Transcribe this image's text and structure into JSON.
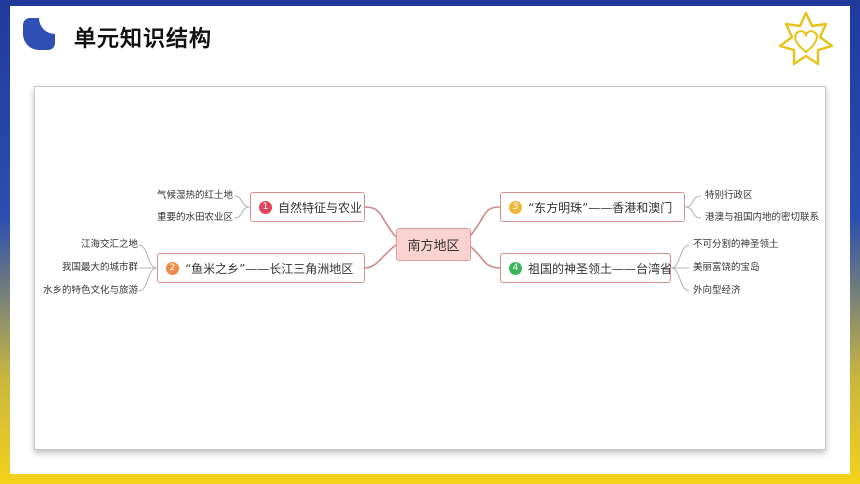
{
  "header": {
    "title": "单元知识结构"
  },
  "colors": {
    "accent_blue": "#2f4fb5",
    "accent_yellow": "#f4d21a",
    "node_border": "#d69090",
    "center_fill": "#fbd2d2",
    "connector": "#d08a8a",
    "badge_1": "#e0475a",
    "badge_2": "#f08c4a",
    "badge_3": "#f0b73a",
    "badge_4": "#3bb55a"
  },
  "mindmap": {
    "center": "南方地区",
    "branches": [
      {
        "number": "1",
        "label": "自然特征与农业",
        "children": [
          "气候湿热的红土地",
          "重要的水田农业区"
        ]
      },
      {
        "number": "2",
        "label": "“鱼米之乡”——长江三角洲地区",
        "children": [
          "江海交汇之地",
          "我国最大的城市群",
          "水乡的特色文化与旅游"
        ]
      },
      {
        "number": "3",
        "label": "“东方明珠”——香港和澳门",
        "children": [
          "特别行政区",
          "港澳与祖国内地的密切联系"
        ]
      },
      {
        "number": "4",
        "label": "祖国的神圣领土——台湾省",
        "children": [
          "不可分割的神圣领土",
          "美丽富饶的宝岛",
          "外向型经济"
        ]
      }
    ]
  }
}
